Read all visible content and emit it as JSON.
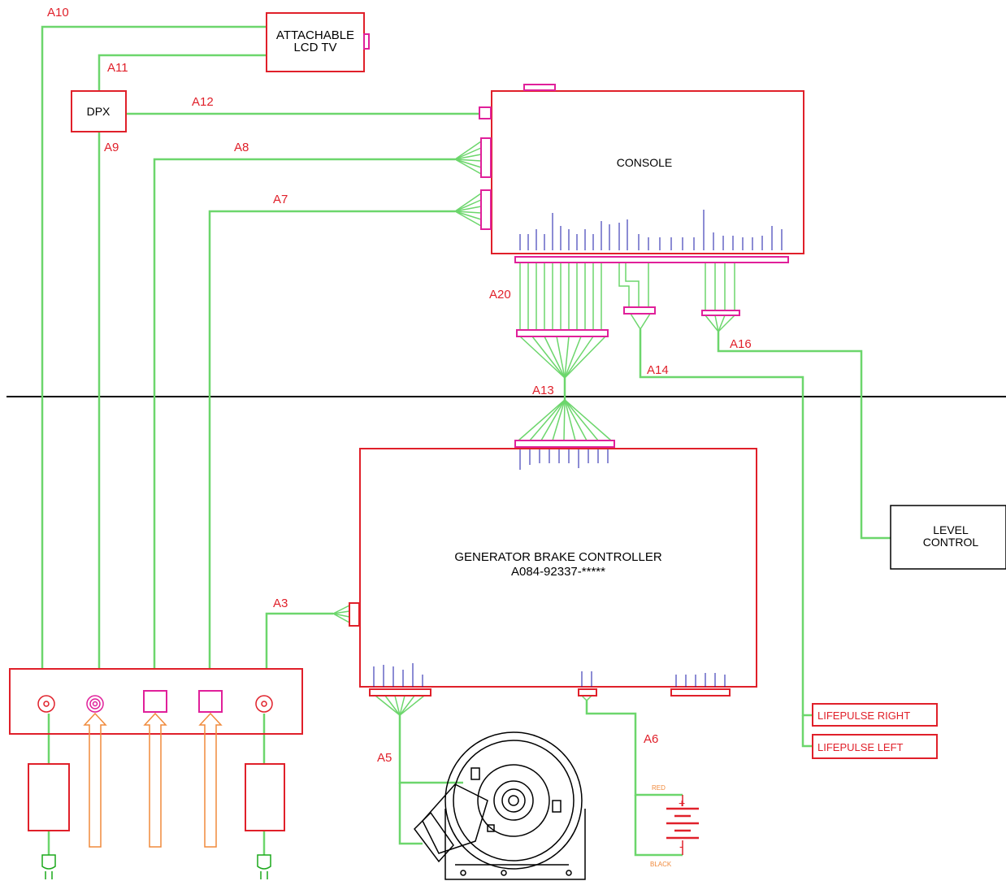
{
  "colors": {
    "box": "#e0202a",
    "wire": "#6cd66c",
    "connector": "#e0209a",
    "label": "#e0202a",
    "pin": "#1a1aa8",
    "orange": "#f08a3c",
    "divider": "#000000",
    "text": "#000000"
  },
  "boxes": {
    "lcd_tv": "ATTACHABLE LCD TV",
    "dpx": "DPX",
    "console": "CONSOLE",
    "gbc_title": "GENERATOR BRAKE CONTROLLER",
    "gbc_part": "A084-92337-*****",
    "level_control": "LEVEL CONTROL",
    "lifepulse_right": "LIFEPULSE RIGHT",
    "lifepulse_left": "LIFEPULSE LEFT"
  },
  "wires": {
    "a10": "A10",
    "a11": "A11",
    "a12": "A12",
    "a9": "A9",
    "a8": "A8",
    "a7": "A7",
    "a20": "A20",
    "a13": "A13",
    "a14": "A14",
    "a16": "A16",
    "a3": "A3",
    "a5": "A5",
    "a6": "A6"
  },
  "battery": {
    "red": "RED",
    "black": "BLACK",
    "plus": "+",
    "minus": "-"
  }
}
